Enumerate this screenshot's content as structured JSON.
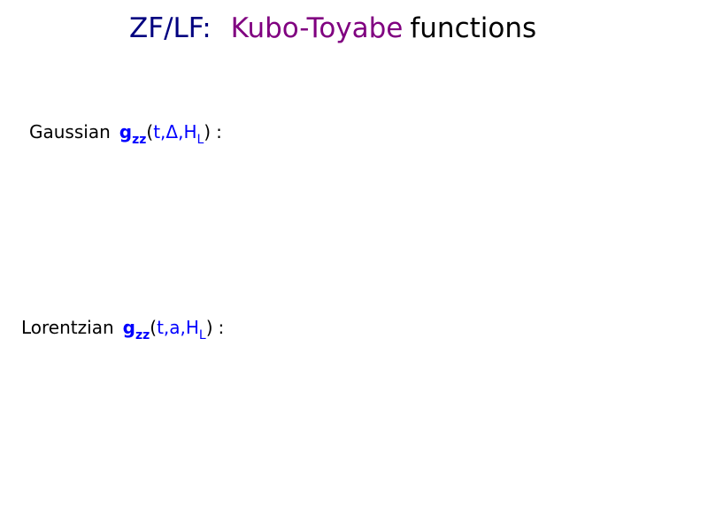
{
  "title": {
    "prefix": "ZF/LF:",
    "highlight": "Kubo-Toyabe",
    "suffix": "functions"
  },
  "colors": {
    "title_prefix": "#000080",
    "title_highlight": "#800080",
    "formula": "#0000ff",
    "text": "#000000"
  },
  "gaussian": {
    "label": "Gaussian",
    "function": "g",
    "function_sub": "zz",
    "paren_open": "(",
    "args": "t,Δ,H",
    "arg_sub": "L",
    "paren_close": ")",
    "colon": ":"
  },
  "lorentzian": {
    "label": "Lorentzian",
    "function": "g",
    "function_sub": "zz",
    "paren_open": "(",
    "args": "t,a,H",
    "arg_sub": "L",
    "paren_close": ")",
    "colon": ":"
  }
}
